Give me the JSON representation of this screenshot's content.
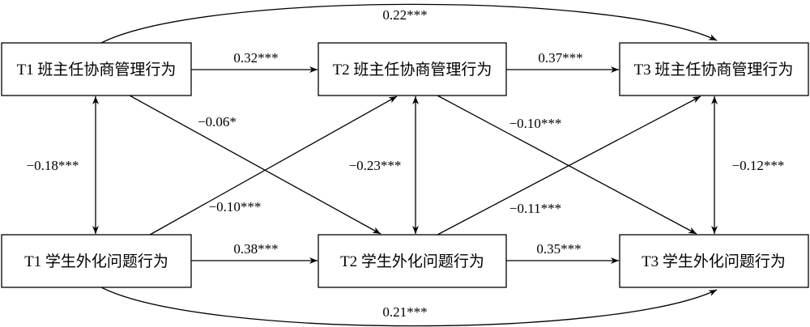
{
  "nodes": {
    "t1_mgmt": "T1 班主任协商管理行为",
    "t2_mgmt": "T2 班主任协商管理行为",
    "t3_mgmt": "T3 班主任协商管理行为",
    "t1_ext": "T1 学生外化问题行为",
    "t2_ext": "T2 学生外化问题行为",
    "t3_ext": "T3 学生外化问题行为"
  },
  "paths": {
    "t1m_t3m": "0.22***",
    "t1m_t2m": "0.32***",
    "t2m_t3m": "0.37***",
    "t1e_t2e": "0.38***",
    "t2e_t3e": "0.35***",
    "t1e_t3e": "0.21***",
    "t1_corr": "−0.18***",
    "t2_corr": "−0.23***",
    "t3_corr": "−0.12***",
    "t1m_t2e": "−0.06*",
    "t1e_t2m": "−0.10***",
    "t2m_t3e": "−0.10***",
    "t2e_t3m": "−0.11***"
  }
}
